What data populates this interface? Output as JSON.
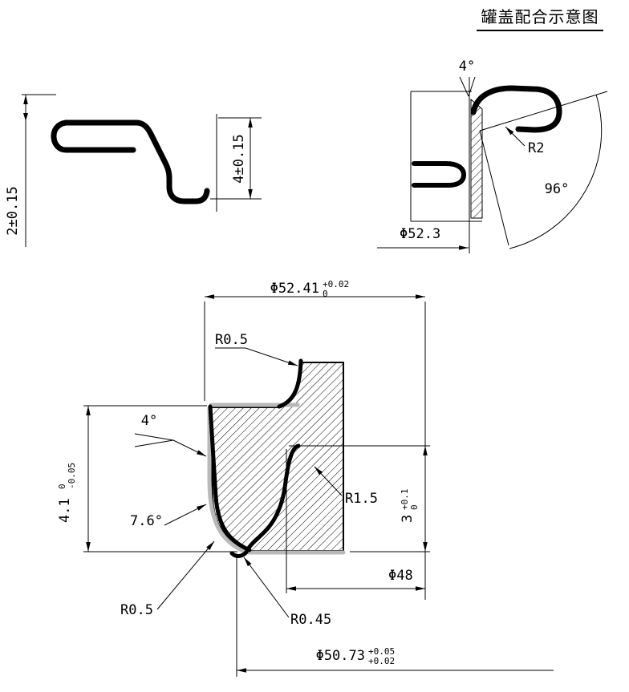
{
  "title": "罐盖配合示意图",
  "colors": {
    "line": "#000000",
    "overlay_sheet": "#b9b9b9",
    "background": "#ffffff"
  },
  "lid_profile_view": {
    "seam_thickness": "2±0.15",
    "curl_height": "4±0.15"
  },
  "fit_view": {
    "tilt_angle": "4°",
    "curl_radius": "R2",
    "opening_angle": "96°",
    "seam_diameter": "Φ52.3"
  },
  "detail_view": {
    "top_diameter": "Φ52.41",
    "top_diameter_tol_upper": "+0.02",
    "top_diameter_tol_lower": "0",
    "top_fillet": "R0.5",
    "wall_angle": "4°",
    "groove_depth": "4.1",
    "groove_depth_tol_upper": "0",
    "groove_depth_tol_lower": "-0.05",
    "taper_angle": "7.6°",
    "mid_fillet": "R1.5",
    "step_height": "3",
    "step_height_tol_upper": "+0.1",
    "step_height_tol_lower": "0",
    "inner_diameter": "Φ48",
    "bottom_left_fillet": "R0.5",
    "bottom_fillet": "R0.45",
    "bottom_diameter": "Φ50.73",
    "bottom_diameter_tol_upper": "+0.05",
    "bottom_diameter_tol_lower": "+0.02"
  }
}
